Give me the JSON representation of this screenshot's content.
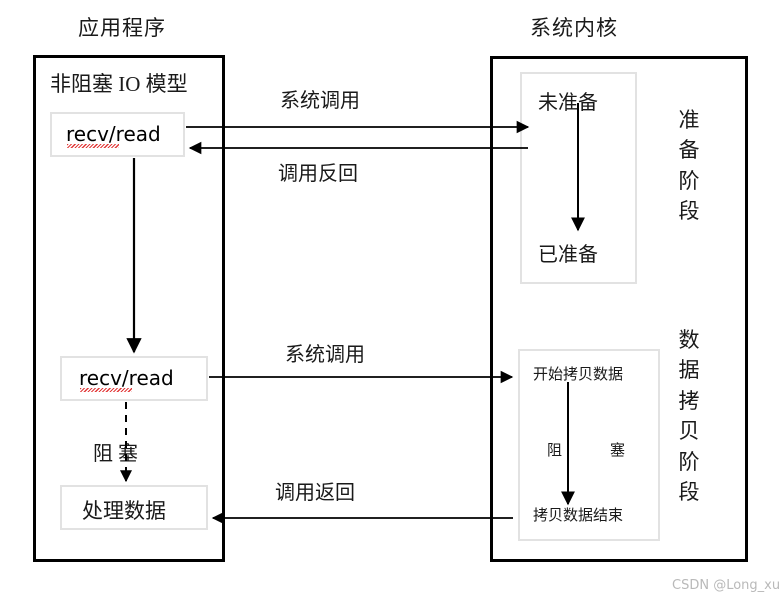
{
  "headings": {
    "application": "应用程序",
    "kernel": "系统内核"
  },
  "application": {
    "model_title": "非阻塞 IO 模型",
    "boxes": [
      {
        "label": "recv/read",
        "misspelled": true
      },
      {
        "label": "recv/read",
        "misspelled": true
      },
      {
        "label": "处理数据",
        "misspelled": false
      }
    ],
    "blocking_label": "阻 塞"
  },
  "kernel": {
    "prepare_stage": {
      "vertical_label": "准备阶段",
      "chars": [
        "准",
        "备",
        "阶",
        "段"
      ],
      "top_state": "未准备",
      "bottom_state": "已准备"
    },
    "copy_stage": {
      "vertical_label": "数据拷贝阶段",
      "chars": [
        "数",
        "据",
        "拷",
        "贝",
        "阶",
        "段"
      ],
      "top_state": "开始拷贝数据",
      "bottom_state": "拷贝数据结束",
      "blocking_label_left": "阻",
      "blocking_label_right": "塞"
    }
  },
  "edges": [
    {
      "id": "syscall-1",
      "label": "系统调用",
      "direction": "right"
    },
    {
      "id": "return-1",
      "label": "调用反回",
      "direction": "left"
    },
    {
      "id": "syscall-2",
      "label": "系统调用",
      "direction": "right"
    },
    {
      "id": "return-2",
      "label": "调用返回",
      "direction": "left"
    }
  ],
  "watermark": "CSDN @Long_xu",
  "colors": {
    "stroke": "#000000",
    "inner_border": "#e2e2e2",
    "text": "#1a1a1a",
    "watermark": "#b9b9b9",
    "spellcheck": "#e03030",
    "background": "#ffffff"
  }
}
